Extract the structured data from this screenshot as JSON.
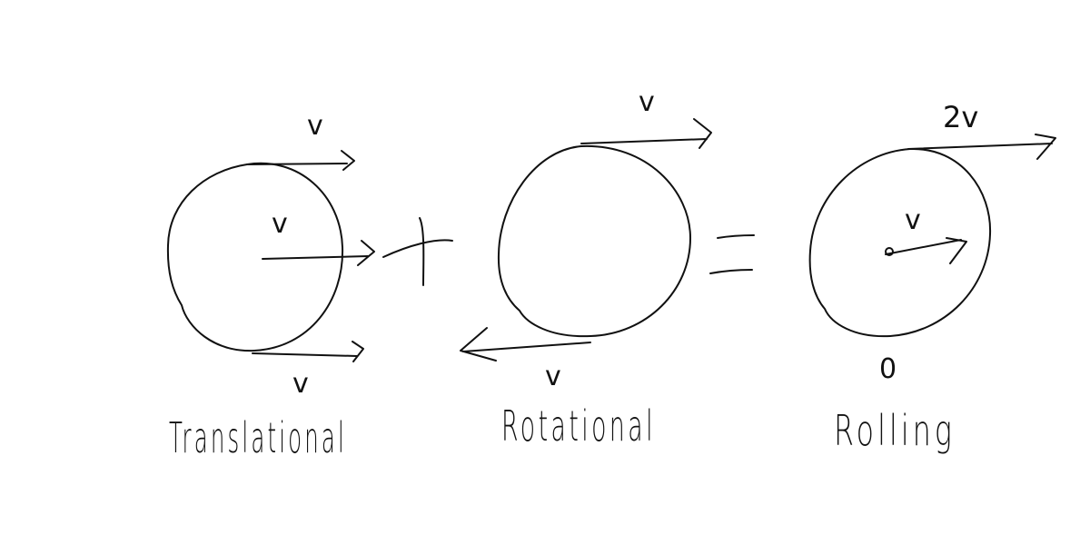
{
  "labels": {
    "translational": {
      "top_velocity": "v",
      "center_velocity": "v",
      "bottom_velocity": "v",
      "caption": "Translational"
    },
    "rotational": {
      "top_velocity": "v",
      "bottom_velocity": "v",
      "caption": "Rotational"
    },
    "rolling": {
      "top_velocity": "2v",
      "center_velocity": "v",
      "contact_velocity": "0",
      "caption": "Rolling"
    }
  },
  "operators": {
    "plus": "+",
    "equals": "="
  },
  "ink_color": "#111111",
  "background_color": "#ffffff"
}
